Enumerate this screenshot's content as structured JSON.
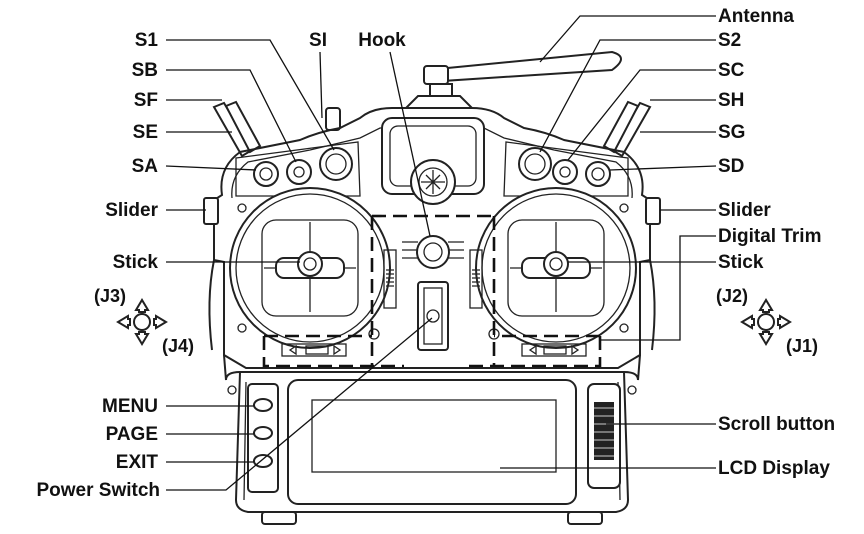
{
  "labels": {
    "antenna": "Antenna",
    "s1": "S1",
    "si": "SI",
    "hook": "Hook",
    "s2": "S2",
    "sb": "SB",
    "sc": "SC",
    "sf": "SF",
    "sh": "SH",
    "se": "SE",
    "sg": "SG",
    "sa": "SA",
    "sd": "SD",
    "slider_left": "Slider",
    "slider_right": "Slider",
    "digital_trim": "Digital Trim",
    "stick_left": "Stick",
    "stick_right": "Stick",
    "j3": "(J3)",
    "j4": "(J4)",
    "j2": "(J2)",
    "j1": "(J1)",
    "menu": "MENU",
    "page": "PAGE",
    "exit": "EXIT",
    "power_switch": "Power Switch",
    "scroll_button": "Scroll button",
    "lcd_display": "LCD Display"
  }
}
